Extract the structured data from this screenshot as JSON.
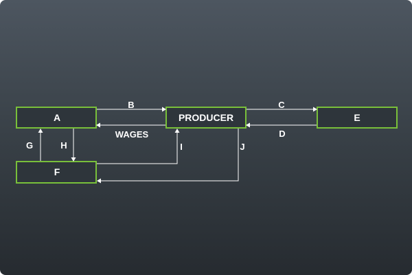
{
  "diagram": {
    "nodes": {
      "a": "A",
      "producer": "PRODUCER",
      "e": "E",
      "f": "F"
    },
    "edges": {
      "b": "B",
      "wages": "WAGES",
      "c": "C",
      "d": "D",
      "g": "G",
      "h": "H",
      "i": "I",
      "j": "J"
    },
    "colors": {
      "box_border": "#79c03a",
      "arrow": "#ffffff",
      "text": "#ffffff"
    }
  }
}
